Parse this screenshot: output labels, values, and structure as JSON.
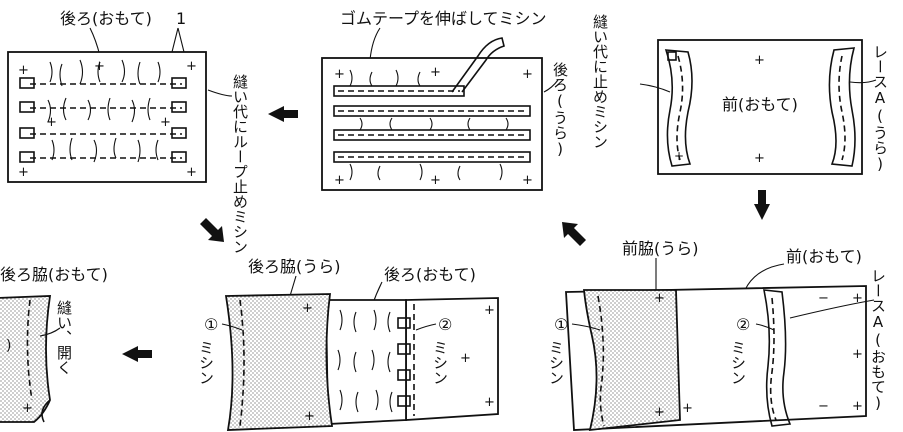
{
  "panel1": {
    "label_back_front": "後ろ(おもて)",
    "label_loop_num": "1",
    "label_loop_stitch": "縫い代にループ止めミシン"
  },
  "panel2": {
    "label_elastic": "ゴムテープを伸ばしてミシン",
    "label_back_reverse": "後ろ(うら)"
  },
  "panel3": {
    "label_seam_stitch": "縫い代に止めミシン",
    "label_front_face": "前(おもて)",
    "label_lace": "レースA(うら)"
  },
  "panel4": {
    "label_front_side_reverse": "前脇(うら)",
    "label_front_face": "前(おもて)",
    "label_circle1": "①",
    "label_mishin1": "ミシン",
    "label_circle2": "②",
    "label_mishin2": "ミシン",
    "label_lace_face": "レースA(おもて)"
  },
  "panel5": {
    "label_back_side_reverse": "後ろ脇(うら)",
    "label_back_face": "後ろ(おもて)",
    "label_circle1": "①",
    "label_mishin1": "ミシン",
    "label_circle2": "②",
    "label_mishin2": "ミシン"
  },
  "panel6": {
    "label_back_side_face": "後ろ脇(おもて)",
    "label_sew_open": "縫い、開く"
  },
  "arrows": {
    "a1": "arrow-left",
    "a2": "arrow-down",
    "a3": "arrow-up-left",
    "a4": "arrow-down-right",
    "a5": "arrow-left"
  }
}
